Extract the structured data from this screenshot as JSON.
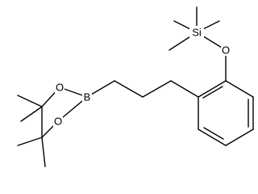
{
  "molecule": {
    "atoms": {
      "si": "Si",
      "o_ether": "O",
      "o_ring_top": "O",
      "o_ring_bottom": "O",
      "b": "B"
    },
    "colors": {
      "bond": "#000000",
      "label": "#000000",
      "background": "#ffffff"
    }
  }
}
